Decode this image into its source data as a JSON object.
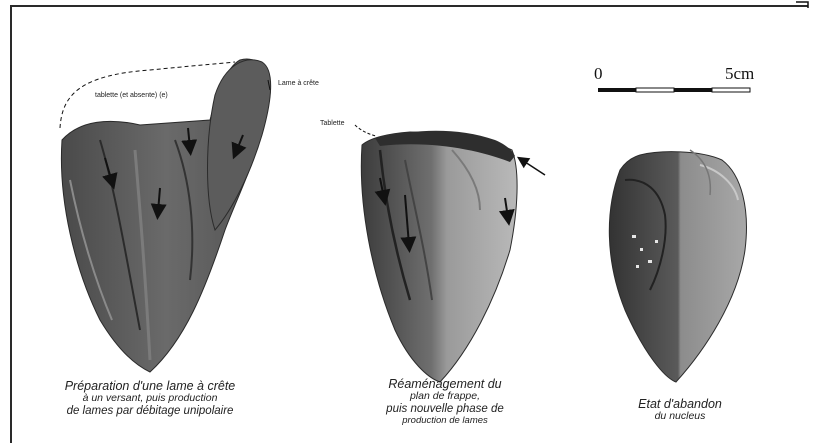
{
  "figure": {
    "scale": {
      "start_label": "0",
      "end_label": "5cm"
    },
    "labels": {
      "crete_lame": "Lame à crête",
      "tablette_absente": "tablette (et absente) (e)",
      "tablette": "Tablette"
    },
    "captions": [
      {
        "lines": [
          "Préparation d'une lame à crête",
          "à un versant, puis production",
          "de lames par débitage unipolaire"
        ]
      },
      {
        "lines": [
          "Réaménagement du",
          "plan de frappe,",
          "puis nouvelle phase de",
          "production de lames"
        ]
      },
      {
        "lines": [
          "Etat d'abandon",
          "du nucleus"
        ]
      }
    ],
    "colors": {
      "stone_dark": "#3f3f3f",
      "stone_mid": "#6e6e6e",
      "stone_light": "#a9a9a9",
      "frame": "#2a2a2a"
    }
  }
}
